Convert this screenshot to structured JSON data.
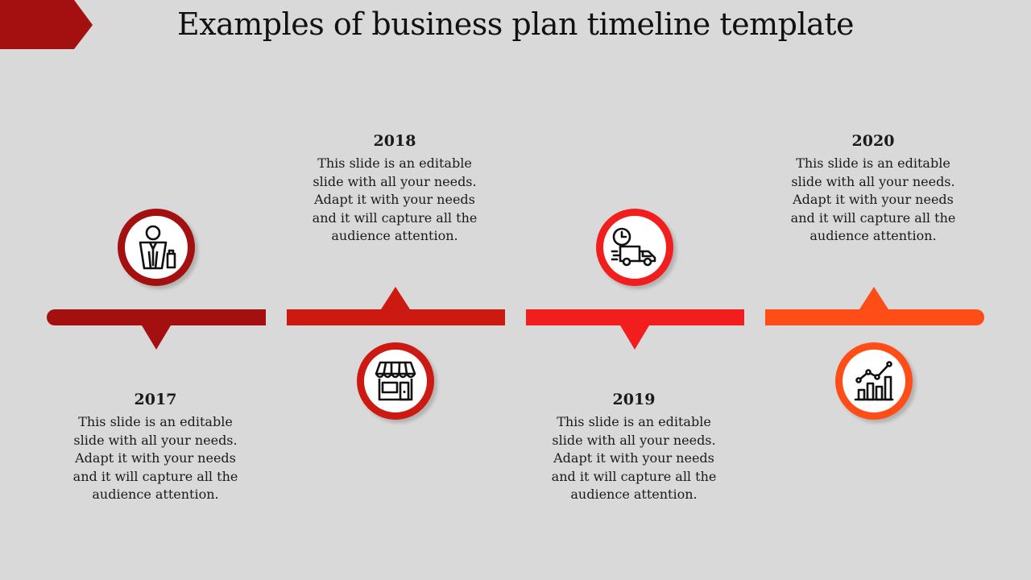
{
  "slide": {
    "title": "Examples of business plan timeline template",
    "accent_colors": [
      "#a41010",
      "#cc1a12",
      "#f21d1d",
      "#ff4d18"
    ]
  },
  "milestones": [
    {
      "year": "2017",
      "description": "This slide is an editable slide with all your needs. Adapt it with your needs and it will capture all the audience attention.",
      "icon": "businessman-icon"
    },
    {
      "year": "2018",
      "description": "This slide is an editable slide with all your needs. Adapt it with your needs and it will capture all the audience attention.",
      "icon": "storefront-icon"
    },
    {
      "year": "2019",
      "description": "This slide is an editable slide with all your needs. Adapt it with your needs and it will capture all the audience attention.",
      "icon": "delivery-truck-icon"
    },
    {
      "year": "2020",
      "description": "This slide is an editable slide with all your needs. Adapt it with your needs and it will capture all the audience attention.",
      "icon": "growth-chart-icon"
    }
  ]
}
